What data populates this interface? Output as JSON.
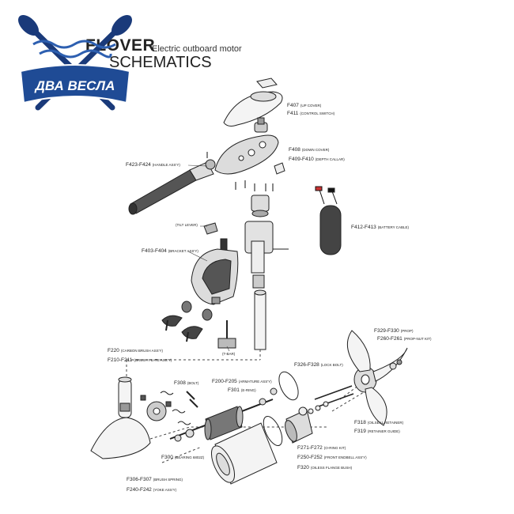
{
  "header": {
    "brand": "FLOVER",
    "subtitle": "Electric outboard motor",
    "title": "SCHEMATICS"
  },
  "logo": {
    "text": "ДВА ВЕСЛА",
    "colors": {
      "oar": "#1a3a7a",
      "badge": "#1f4b95",
      "water": "#2d5fb0"
    }
  },
  "labels": [
    {
      "id": "f407",
      "code": "F407",
      "desc": "(UP COVER)"
    },
    {
      "id": "f411",
      "code": "F411",
      "desc": "(CONTROL SWITCH)"
    },
    {
      "id": "f408",
      "code": "F408",
      "desc": "(DOWN COVER)"
    },
    {
      "id": "f409",
      "code": "F409-F410",
      "desc": "(DEPTH CALLAR)"
    },
    {
      "id": "f423",
      "code": "F423-F424",
      "desc": "(HANDLE ASS'Y)"
    },
    {
      "id": "tilt",
      "code": "",
      "desc": "(TILT LEVER)"
    },
    {
      "id": "f412",
      "code": "F412-F413",
      "desc": "(BATTERY CABLE)"
    },
    {
      "id": "f403",
      "code": "F403-F404",
      "desc": "(BRACKET ASS'Y)"
    },
    {
      "id": "f329",
      "code": "F329-F330",
      "desc": "(PROP)"
    },
    {
      "id": "f260",
      "code": "F260-F261",
      "desc": "(PROP-NUT KIT)"
    },
    {
      "id": "f220",
      "code": "F220",
      "desc": "(CARBON BRUSH ASS'Y)"
    },
    {
      "id": "f210",
      "code": "F210-F211",
      "desc": "(BRUSH PLATE ASS'Y)"
    },
    {
      "id": "tbar",
      "code": "",
      "desc": "(T-BAR)"
    },
    {
      "id": "f326",
      "code": "F326-F328",
      "desc": "(LOCK BOLT)"
    },
    {
      "id": "f308",
      "code": "F308",
      "desc": "(BOLT)"
    },
    {
      "id": "f200",
      "code": "F200-F205",
      "desc": "(ARMATURE ASS'Y)"
    },
    {
      "id": "f301",
      "code": "F301",
      "desc": "(E-RING)"
    },
    {
      "id": "f318",
      "code": "F318",
      "desc": "(OILSEAL RETAINER)"
    },
    {
      "id": "f319",
      "code": "F319",
      "desc": "(RETAINER GUIDE)"
    },
    {
      "id": "f300",
      "code": "F300",
      "desc": "(BEARING 6802Z)"
    },
    {
      "id": "f271",
      "code": "F271-F272",
      "desc": "(O-RING KIT)"
    },
    {
      "id": "f250",
      "code": "F250-F252",
      "desc": "(FRONT ENDBELL ASS'Y)"
    },
    {
      "id": "f320",
      "code": "F320",
      "desc": "(OILESS FLANGE BUSH)"
    },
    {
      "id": "f306",
      "code": "F306-F307",
      "desc": "(BRUSH SPRING)"
    },
    {
      "id": "f240",
      "code": "F240-F242",
      "desc": "(YOKE ASS'Y)"
    }
  ]
}
